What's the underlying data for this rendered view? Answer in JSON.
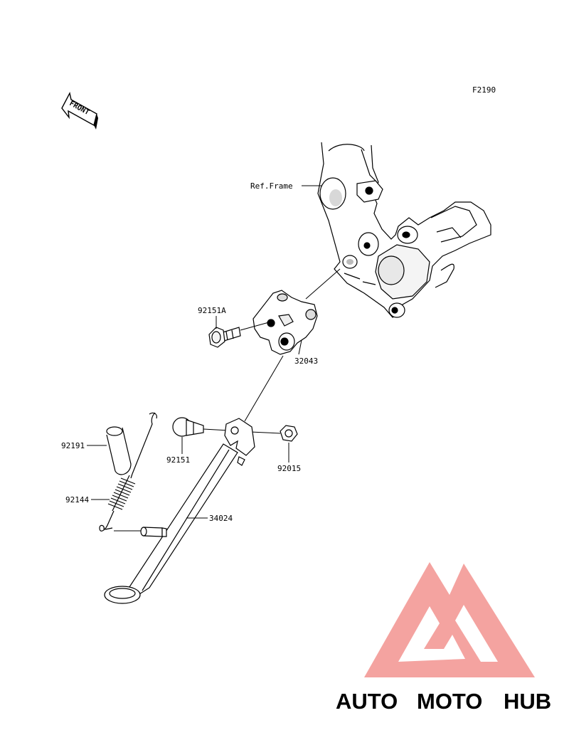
{
  "figure_code": "F2190",
  "front_label": "FRONT",
  "ref_frame_label": "Ref.Frame",
  "parts": {
    "bolt_flanged": "92151A",
    "bracket": "32043",
    "pipe": "92191",
    "spring": "92144",
    "bolt_pivot": "92151",
    "nut": "92015",
    "stand": "34024"
  },
  "watermark": {
    "part1": "AUTO",
    "part2": "MOTO",
    "part3": "HUB",
    "colors": {
      "orange": "#f6be8c",
      "pink": "#f39a96",
      "gray": "#8a8a8a"
    }
  }
}
